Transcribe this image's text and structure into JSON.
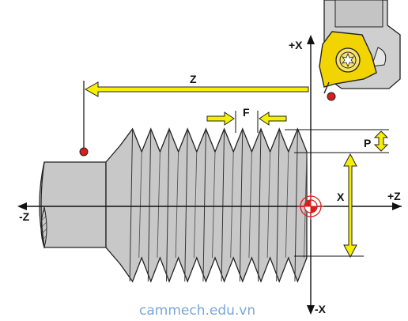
{
  "labels": {
    "plus_x": "+X",
    "minus_x": "-X",
    "plus_z": "+Z",
    "minus_z": "-Z",
    "z_dim": "Z",
    "x_dim": "X",
    "feed": "F",
    "pitch": "P"
  },
  "watermark": "cammech.edu.vn",
  "colors": {
    "dimension_arrow": "#f5f000",
    "tool_insert": "#f2d400",
    "reference_point": "#d81e1e",
    "workpiece": "#c8c8c8",
    "tool_holder": "#cfcfcf"
  },
  "icons": {
    "insert_screw": "torx-screw-icon",
    "reference_points": "red-dot-icon",
    "workpiece_zero": "crosshair-icon"
  }
}
